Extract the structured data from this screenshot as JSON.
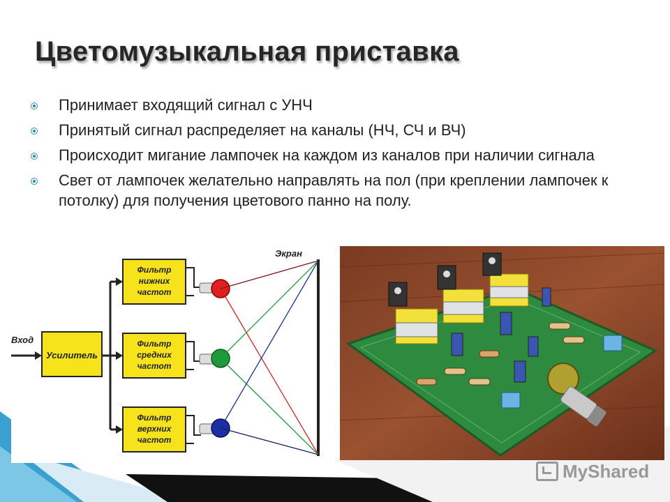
{
  "slide": {
    "title": "Цветомузыкальная приставка",
    "bullets": [
      "Принимает входящий сигнал с УНЧ",
      "Принятый сигнал распределяет на каналы (НЧ, СЧ и ВЧ)",
      "Происходит мигание лампочек на каждом из каналов при наличии сигнала",
      "Свет от лампочек желательно направлять на пол (при креплении лампочек к потолку) для получения цветового панно на полу."
    ]
  },
  "diagram": {
    "input_label": "Вход",
    "amplifier_label": "Усилитель",
    "screen_label": "Экран",
    "filters": [
      [
        "Фильтр",
        "нижних",
        "частот"
      ],
      [
        "Фильтр",
        "средних",
        "частот"
      ],
      [
        "Фильтр",
        "верхних",
        "частот"
      ]
    ]
  },
  "colors": {
    "accent": "#2a8fbd",
    "filter_box": "#f7e31b",
    "lamp_low": "#e02020",
    "lamp_mid": "#1e9a3a",
    "lamp_high": "#1c2fa0",
    "pcb": "#2e8a3e"
  },
  "watermark": {
    "text": "MyShared"
  }
}
